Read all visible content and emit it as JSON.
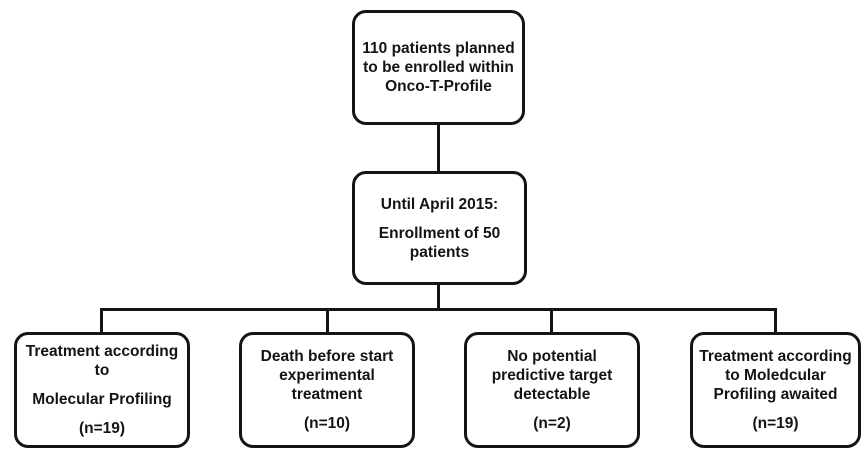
{
  "page": {
    "background": "#ffffff",
    "line_color": "#141414",
    "text_color": "#141414"
  },
  "flowchart": {
    "top_box": {
      "lines": [
        "110 patients planned",
        "to be enrolled within",
        "Onco-T-Profile"
      ]
    },
    "enrollment_box": {
      "paragraphs": [
        {
          "lines": [
            "Until April 2015:"
          ]
        },
        {
          "lines": [
            "Enrollment of 50",
            "patients"
          ]
        }
      ]
    },
    "outcome_boxes": [
      {
        "paragraphs": [
          {
            "lines": [
              "Treatment according",
              "to"
            ]
          },
          {
            "lines": [
              "Molecular Profiling"
            ]
          },
          {
            "lines": [
              "(n=19)"
            ]
          }
        ]
      },
      {
        "paragraphs": [
          {
            "lines": [
              "Death before start",
              "experimental",
              "treatment"
            ]
          },
          {
            "lines": [
              "(n=10)"
            ]
          }
        ]
      },
      {
        "paragraphs": [
          {
            "lines": [
              "No potential",
              "predictive target",
              "detectable"
            ]
          },
          {
            "lines": [
              "(n=2)"
            ]
          }
        ]
      },
      {
        "paragraphs": [
          {
            "lines": [
              "Treatment according",
              "to Moledcular",
              "Profiling awaited"
            ]
          },
          {
            "lines": [
              "(n=19)"
            ]
          }
        ]
      }
    ]
  }
}
